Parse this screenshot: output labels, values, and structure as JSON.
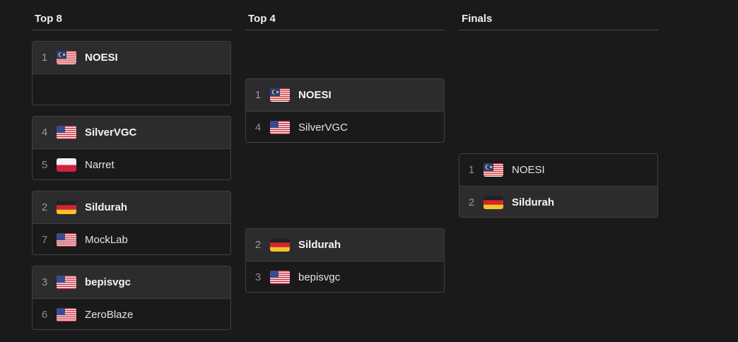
{
  "rounds": [
    {
      "title": "Top 8",
      "matches": [
        {
          "slots": [
            {
              "seed": "1",
              "name": "NOESI",
              "flag": "MY",
              "winner": true
            },
            null
          ]
        },
        {
          "slots": [
            {
              "seed": "4",
              "name": "SilverVGC",
              "flag": "US",
              "winner": true
            },
            {
              "seed": "5",
              "name": "Narret",
              "flag": "PL",
              "winner": false
            }
          ]
        },
        {
          "slots": [
            {
              "seed": "2",
              "name": "Sildurah",
              "flag": "DE",
              "winner": true
            },
            {
              "seed": "7",
              "name": "MockLab",
              "flag": "US",
              "winner": false
            }
          ]
        },
        {
          "slots": [
            {
              "seed": "3",
              "name": "bepisvgc",
              "flag": "US",
              "winner": true
            },
            {
              "seed": "6",
              "name": "ZeroBlaze",
              "flag": "US",
              "winner": false
            }
          ]
        }
      ]
    },
    {
      "title": "Top 4",
      "matches": [
        {
          "slots": [
            {
              "seed": "1",
              "name": "NOESI",
              "flag": "MY",
              "winner": true
            },
            {
              "seed": "4",
              "name": "SilverVGC",
              "flag": "US",
              "winner": false
            }
          ]
        },
        {
          "slots": [
            {
              "seed": "2",
              "name": "Sildurah",
              "flag": "DE",
              "winner": true
            },
            {
              "seed": "3",
              "name": "bepisvgc",
              "flag": "US",
              "winner": false
            }
          ]
        }
      ]
    },
    {
      "title": "Finals",
      "matches": [
        {
          "slots": [
            {
              "seed": "1",
              "name": "NOESI",
              "flag": "MY",
              "winner": false
            },
            {
              "seed": "2",
              "name": "Sildurah",
              "flag": "DE",
              "winner": true
            }
          ]
        }
      ]
    }
  ]
}
